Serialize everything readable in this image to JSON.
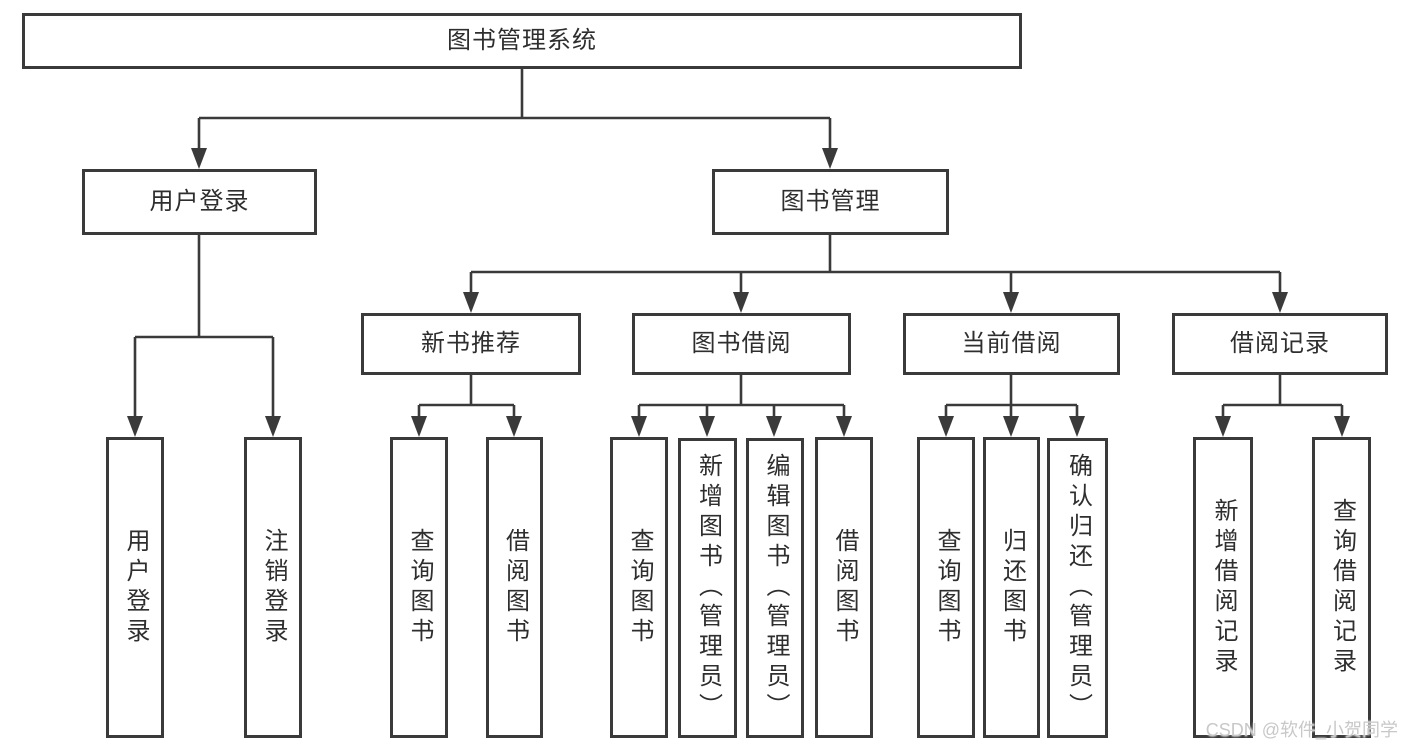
{
  "colors": {
    "background": "#ffffff",
    "line": "#3a3a3a",
    "box_border": "#3a3a3a",
    "text": "#2e2e2e",
    "watermark_text": "#c8c8c8"
  },
  "watermark": {
    "text": "CSDN @软件_小贺同学"
  },
  "tree": {
    "label": "图书管理系统",
    "children": [
      {
        "label": "用户登录",
        "children": [
          {
            "label": "用户登录"
          },
          {
            "label": "注销登录"
          }
        ]
      },
      {
        "label": "图书管理",
        "children": [
          {
            "label": "新书推荐",
            "children": [
              {
                "label": "查询图书"
              },
              {
                "label": "借阅图书"
              }
            ]
          },
          {
            "label": "图书借阅",
            "children": [
              {
                "label": "查询图书"
              },
              {
                "label": "新增图书（管理员）"
              },
              {
                "label": "编辑图书（管理员）"
              },
              {
                "label": "借阅图书"
              }
            ]
          },
          {
            "label": "当前借阅",
            "children": [
              {
                "label": "查询图书"
              },
              {
                "label": "归还图书"
              },
              {
                "label": "确认归还（管理员）"
              }
            ]
          },
          {
            "label": "借阅记录",
            "children": [
              {
                "label": "新增借阅记录"
              },
              {
                "label": "查询借阅记录"
              }
            ]
          }
        ]
      }
    ]
  }
}
